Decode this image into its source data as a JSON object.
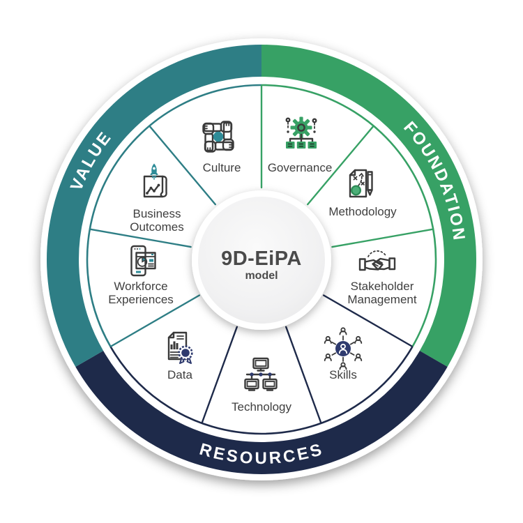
{
  "center": {
    "title": "9D-EiPA",
    "subtitle": "model"
  },
  "bands": {
    "value": {
      "label": "VALUE",
      "color": "#2E7E85"
    },
    "foundation": {
      "label": "FOUNDATION",
      "color": "#37A165"
    },
    "resources": {
      "label": "RESOURCES",
      "color": "#1E2A4A"
    }
  },
  "segments": {
    "culture": {
      "line1": "Culture"
    },
    "governance": {
      "line1": "Governance"
    },
    "methodology": {
      "line1": "Methodology"
    },
    "stakeholder": {
      "line1": "Stakeholder",
      "line2": "Management"
    },
    "skills": {
      "line1": "Skills"
    },
    "technology": {
      "line1": "Technology"
    },
    "data": {
      "line1": "Data"
    },
    "workforce": {
      "line1": "Workforce",
      "line2": "Experiences"
    },
    "business": {
      "line1": "Business",
      "line2": "Outcomes"
    }
  },
  "icons": {
    "culture": "four-hands-teamwork-icon",
    "governance": "gear-hierarchy-icon",
    "methodology": "strategy-plan-pencil-icon",
    "stakeholder": "handshake-icon",
    "skills": "people-network-icon",
    "technology": "computer-network-icon",
    "data": "report-award-icon",
    "workforce": "phone-dashboard-icon",
    "business": "rocket-growth-chart-icon"
  },
  "palette": {
    "teal_accent": "#2E8C98",
    "green_accent": "#37A165",
    "navy_accent": "#2E3A6E",
    "icon_stroke": "#3A3A3A",
    "label_text": "#3F3F3F",
    "center_text": "#4A4A4A"
  }
}
